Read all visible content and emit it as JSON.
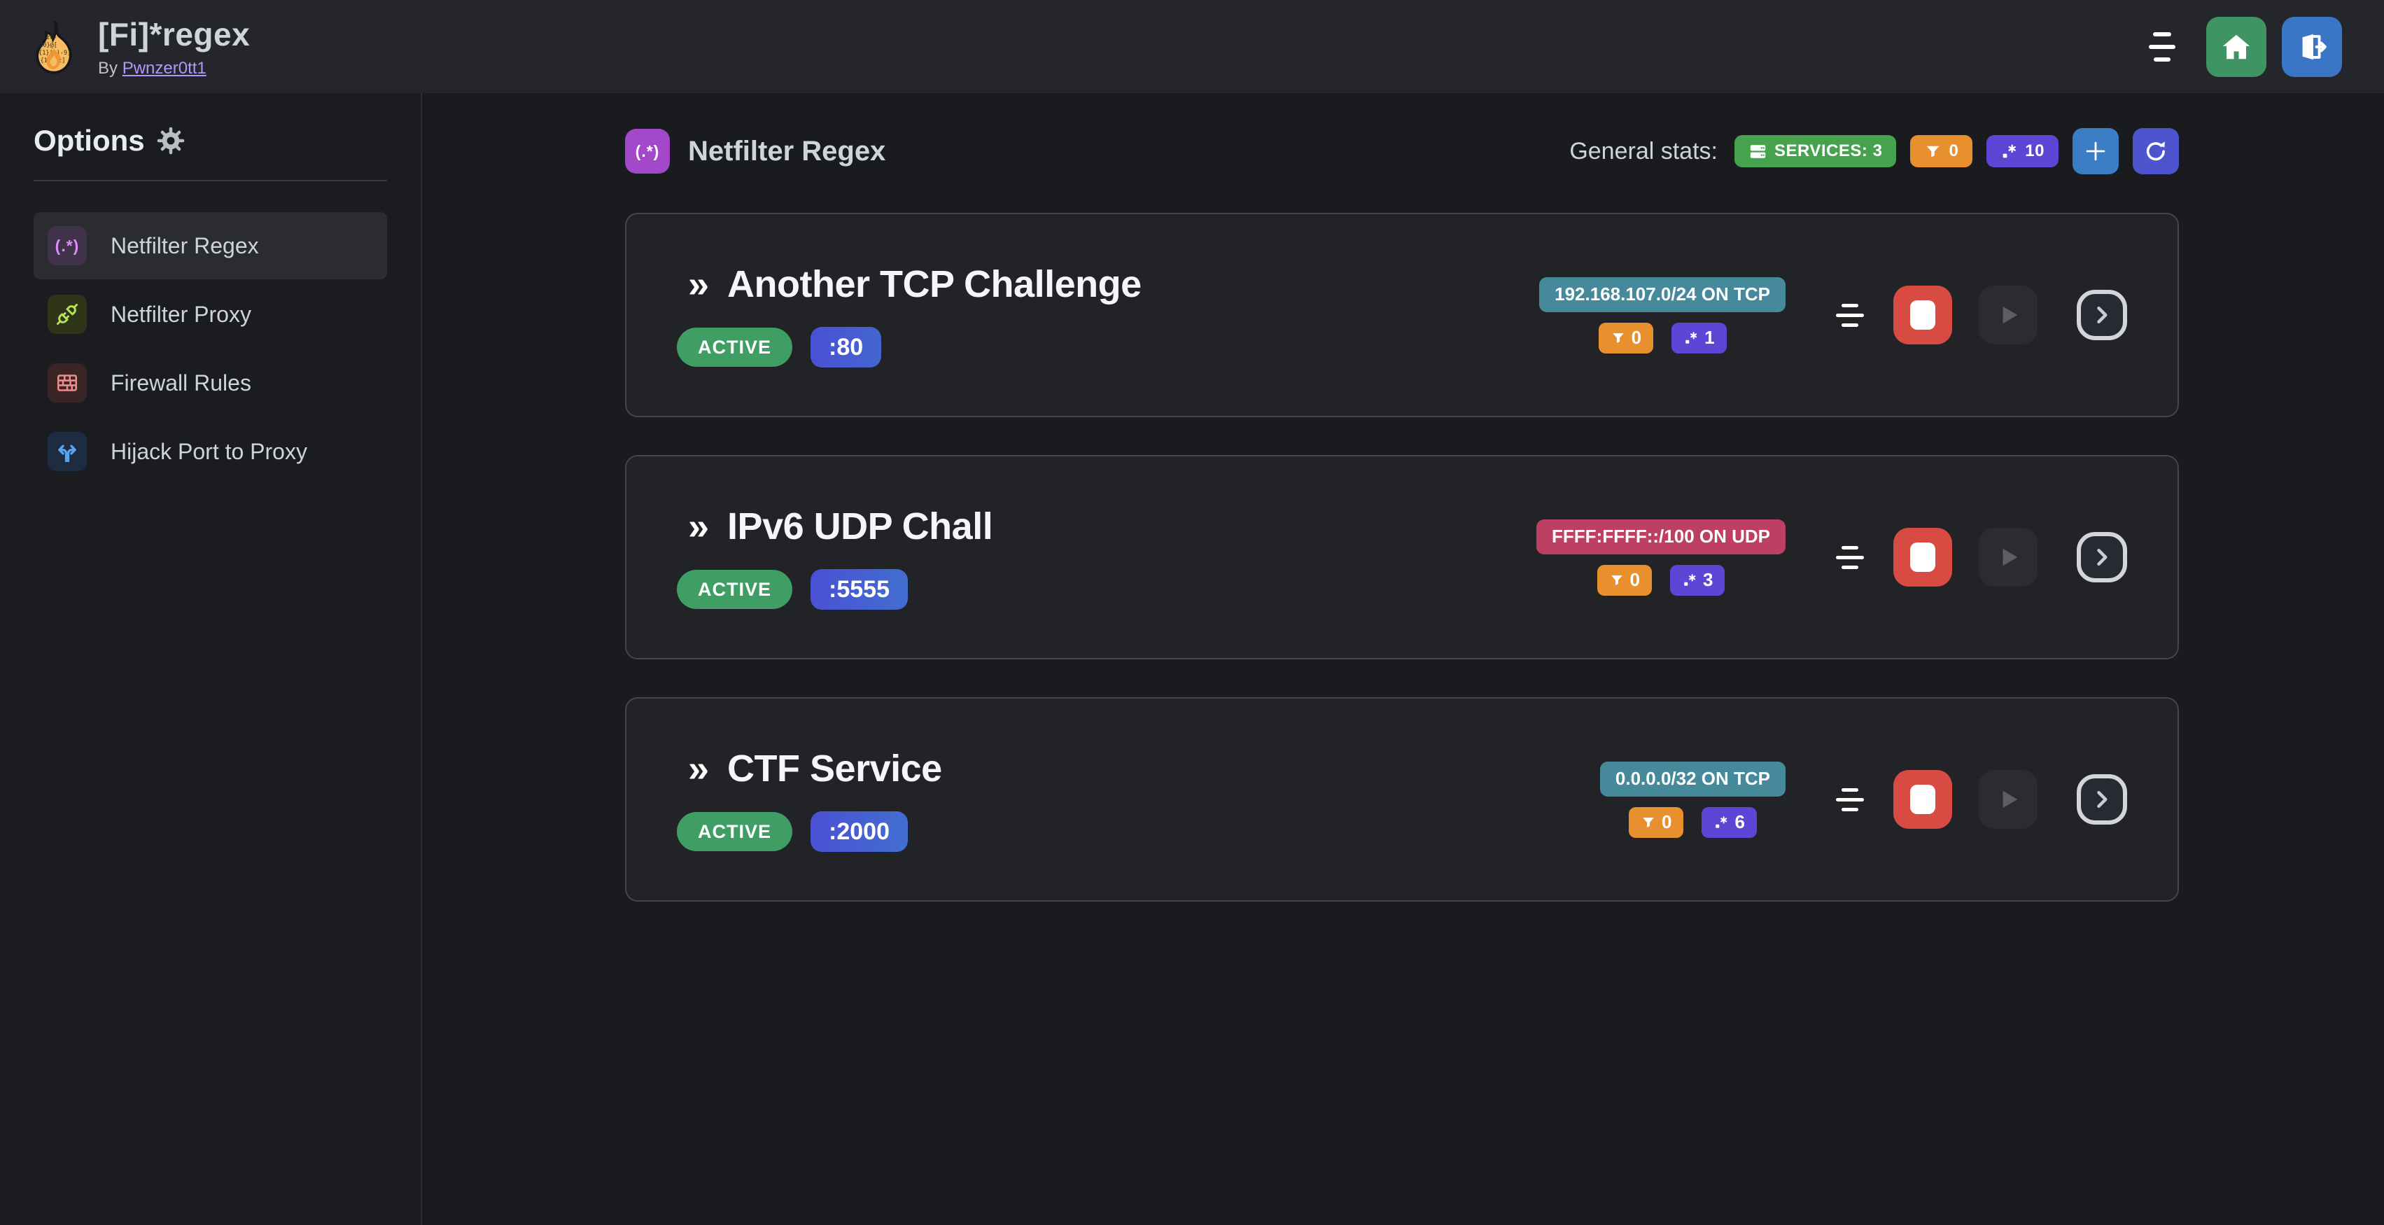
{
  "app": {
    "title": "[Fi]*regex",
    "byline_prefix": "By",
    "author": "Pwnzer0tt1"
  },
  "sidebar": {
    "heading": "Options",
    "items": [
      {
        "label": "Netfilter Regex",
        "icon": "regex-icon",
        "active": true
      },
      {
        "label": "Netfilter Proxy",
        "icon": "plug-icon",
        "active": false
      },
      {
        "label": "Firewall Rules",
        "icon": "wall-icon",
        "active": false
      },
      {
        "label": "Hijack Port to Proxy",
        "icon": "split-arrows-icon",
        "active": false
      }
    ]
  },
  "main": {
    "section_icon_glyph": "(.*)",
    "section_title": "Netfilter Regex",
    "stats_label": "General stats:",
    "stats": {
      "services": "SERVICES: 3",
      "filters": "0",
      "regexes": "10"
    },
    "card_marker": "»",
    "services": [
      {
        "name": "Another TCP Challenge",
        "status": "ACTIVE",
        "port": ":80",
        "cidr": "192.168.107.0/24 ON TCP",
        "cidr_color": "#45899b",
        "filters": "0",
        "regexes": "1"
      },
      {
        "name": "IPv6 UDP Chall",
        "status": "ACTIVE",
        "port": ":5555",
        "cidr": "FFFF:FFFF::/100 ON UDP",
        "cidr_color": "#bd3f63",
        "filters": "0",
        "regexes": "3"
      },
      {
        "name": "CTF Service",
        "status": "ACTIVE",
        "port": ":2000",
        "cidr": "0.0.0.0/32 ON TCP",
        "cidr_color": "#45899b",
        "filters": "0",
        "regexes": "6"
      }
    ],
    "colors": {
      "services_badge": "#46a24c",
      "filter_badge": "#e9902e",
      "regex_badge": "#5f45d6",
      "active_badge": "#3f9e64",
      "stop_button": "#d84b42",
      "add_button": "#3b7dc4",
      "refresh_button": "#4c55cd",
      "home_button": "#3f9463",
      "logout_button": "#3b76c6",
      "link": "#b197fc",
      "section_icon": "#a348c9"
    }
  }
}
